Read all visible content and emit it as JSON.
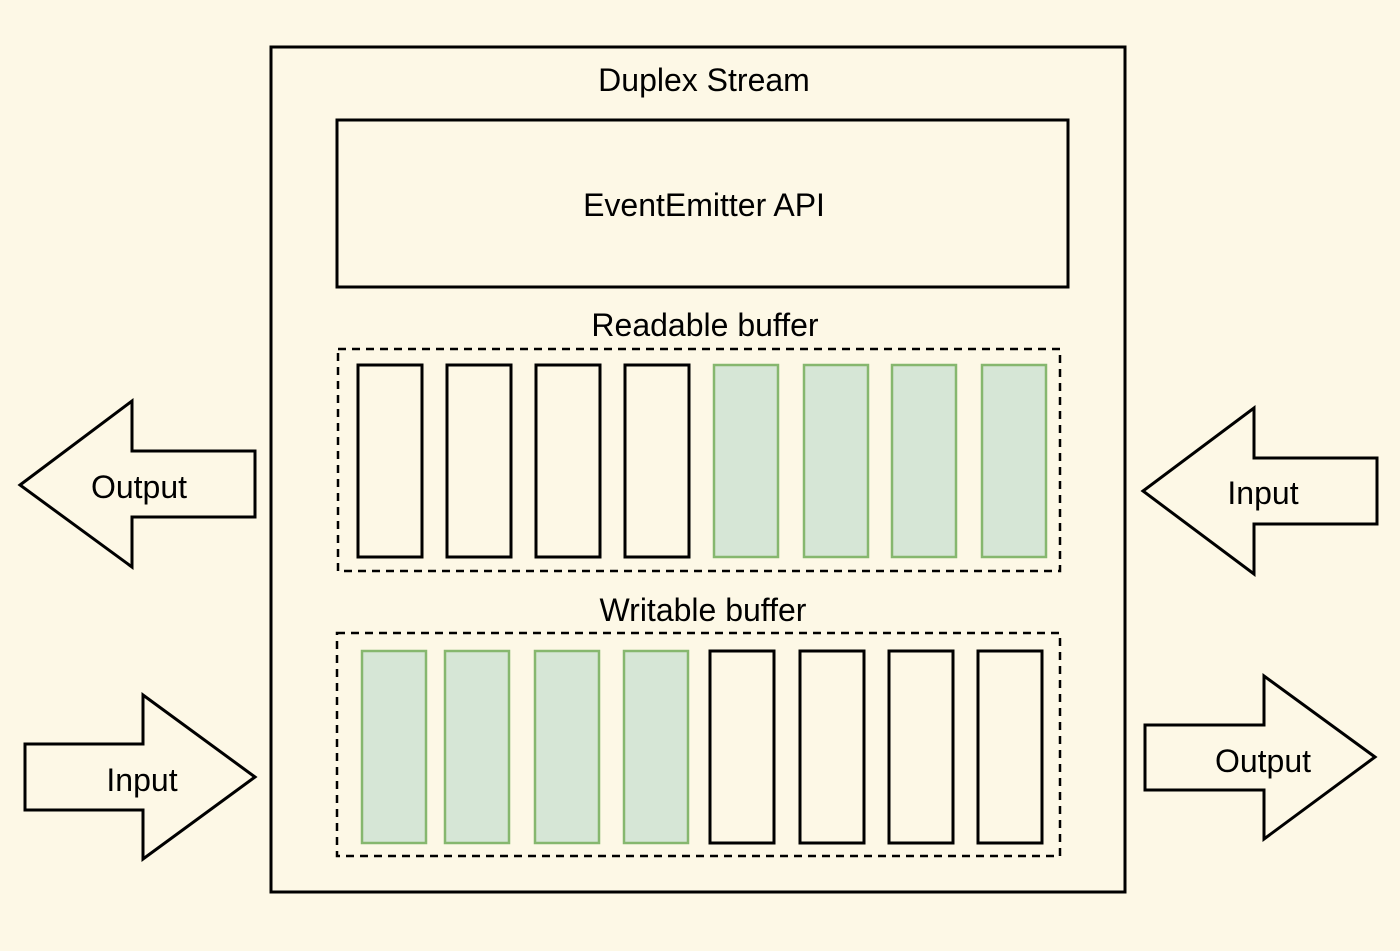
{
  "colors": {
    "background": "#fdf8e6",
    "stroke": "#000000",
    "filled_slot_fill": "#d6e6d6",
    "filled_slot_stroke": "#86b76e"
  },
  "stream": {
    "title": "Duplex Stream"
  },
  "event_api": {
    "label": "EventEmitter API"
  },
  "readable_buffer": {
    "label": "Readable buffer",
    "slots": [
      false,
      false,
      false,
      false,
      true,
      true,
      true,
      true
    ]
  },
  "writable_buffer": {
    "label": "Writable buffer",
    "slots": [
      true,
      true,
      true,
      true,
      false,
      false,
      false,
      false
    ]
  },
  "arrows": {
    "left_top": {
      "label": "Output",
      "direction": "left"
    },
    "left_bottom": {
      "label": "Input",
      "direction": "right"
    },
    "right_top": {
      "label": "Input",
      "direction": "left"
    },
    "right_bottom": {
      "label": "Output",
      "direction": "right"
    }
  }
}
